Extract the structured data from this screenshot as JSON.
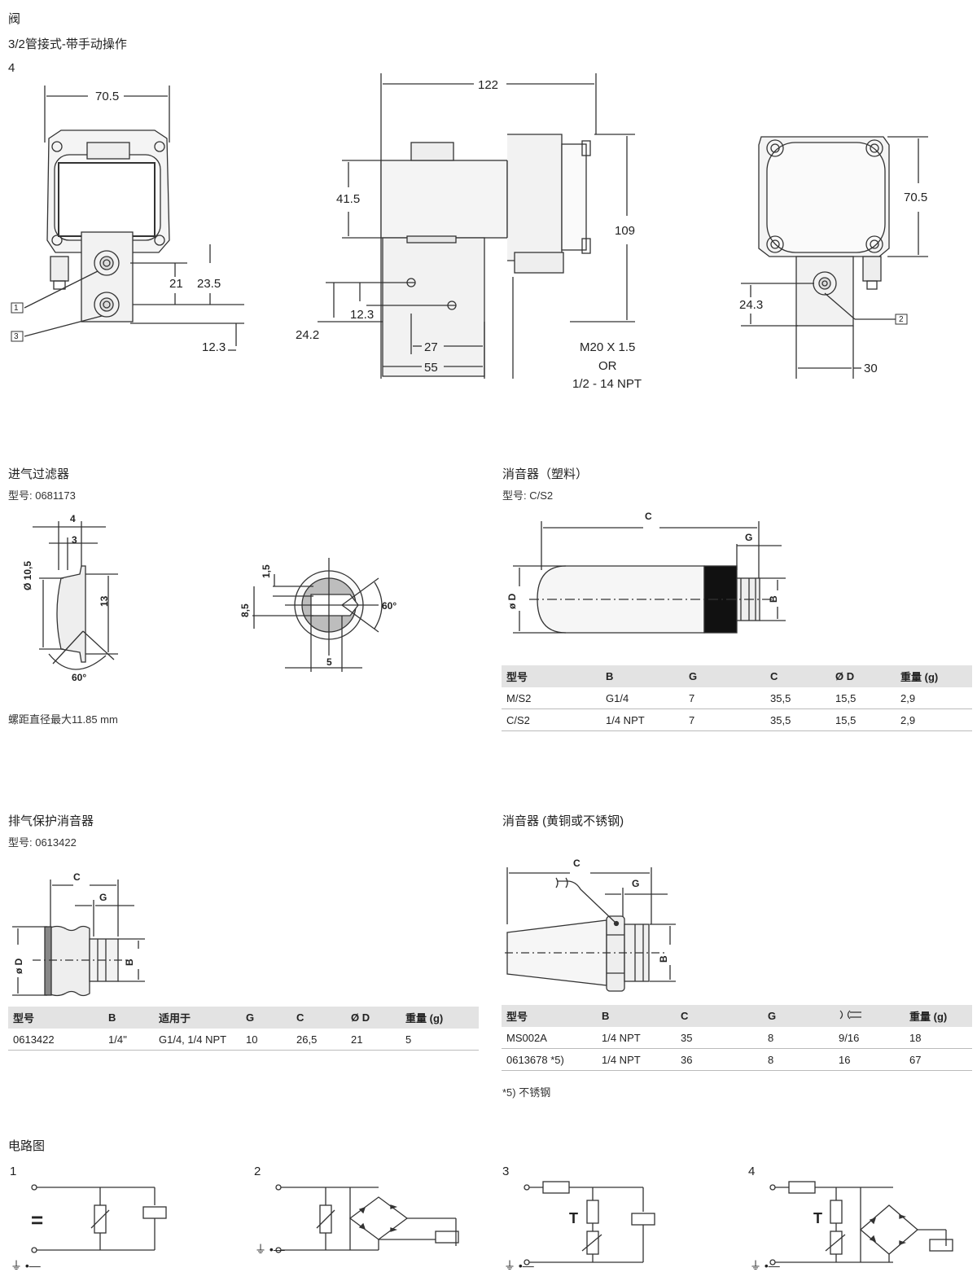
{
  "header": {
    "title": "阀",
    "subtitle": "3/2管接式-带手动操作",
    "variant": "4"
  },
  "valve_dims": {
    "front_width": "70.5",
    "d21": "21",
    "d23_5": "23.5",
    "d12_3a": "12.3",
    "side_len": "122",
    "side_h": "41.5",
    "side_total": "109",
    "side_12_3": "12.3",
    "side_24_2": "24.2",
    "side_27": "27",
    "side_55": "55",
    "thread1": "M20 X 1.5",
    "thread2": "OR",
    "thread3": "1/2 - 14 NPT",
    "rear_h": "70.5",
    "rear_24_3": "24.3",
    "rear_30": "30",
    "callout1": "1",
    "callout2": "2",
    "callout3": "3"
  },
  "filter": {
    "title": "进气过滤器",
    "model": "型号: 0681173",
    "d4": "4",
    "d3": "3",
    "d10_5": "Ø 10,5",
    "d13": "13",
    "a60": "60°",
    "d1_5": "1,5",
    "d8_5": "8,5",
    "d5": "5",
    "a60b": "60°",
    "note": "螺距直径最大11.85 mm"
  },
  "silencer_plastic": {
    "title": "消音器（塑料）",
    "model": "型号: C/S2",
    "labels": {
      "c": "C",
      "g": "G",
      "d": "ø D",
      "b": "B"
    },
    "headers": [
      "型号",
      "B",
      "G",
      "C",
      "Ø D",
      "重量 (g)"
    ],
    "rows": [
      [
        "M/S2",
        "G1/4",
        "7",
        "35,5",
        "15,5",
        "2,9"
      ],
      [
        "C/S2",
        "1/4 NPT",
        "7",
        "35,5",
        "15,5",
        "2,9"
      ]
    ]
  },
  "exhaust": {
    "title": "排气保护消音器",
    "model": "型号: 0613422",
    "labels": {
      "c": "C",
      "g": "G",
      "d": "ø D",
      "b": "B"
    },
    "headers": [
      "型号",
      "B",
      "适用于",
      "G",
      "C",
      "Ø D",
      "重量 (g)"
    ],
    "rows": [
      [
        "0613422",
        "1/4''",
        "G1/4, 1/4 NPT",
        "10",
        "26,5",
        "21",
        "5"
      ]
    ]
  },
  "silencer_brass": {
    "title": "消音器 (黄铜或不锈钢)",
    "labels": {
      "c": "C",
      "g": "G",
      "b": "B"
    },
    "headers": [
      "型号",
      "B",
      "C",
      "G",
      "",
      "重量 (g)"
    ],
    "rows": [
      [
        "MS002A",
        "1/4 NPT",
        "35",
        "8",
        "9/16",
        "18"
      ],
      [
        "0613678 *5)",
        "1/4 NPT",
        "36",
        "8",
        "16",
        "67"
      ]
    ],
    "footnote": "*5) 不锈钢"
  },
  "circuits": {
    "title": "电路图",
    "n1": "1",
    "n2": "2",
    "n3": "3",
    "n4": "4",
    "eq": "=",
    "t": "T",
    "ground": "⏚ •—"
  }
}
